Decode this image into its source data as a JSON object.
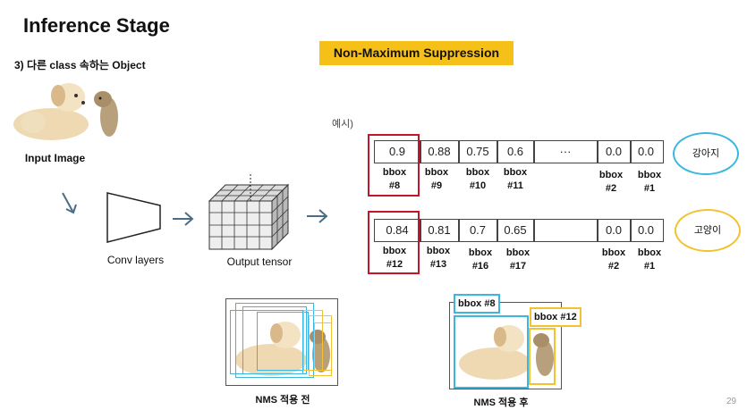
{
  "title": "Inference Stage",
  "subtitle": "3) 다른 class 속하는 Object",
  "banner": "Non-Maximum Suppression",
  "example_label": "예시)",
  "captions": {
    "input": "Input Image",
    "conv": "Conv layers",
    "tensor": "Output tensor",
    "nms_before": "NMS 적용 전",
    "nms_after": "NMS 적용 후"
  },
  "page_number": "29",
  "rows": [
    {
      "class_label": "강아지",
      "class_color": "#3bb6e0",
      "scores": [
        "0.9",
        "0.88",
        "0.75",
        "0.6",
        "···",
        "0.0",
        "0.0"
      ],
      "bbox_labels": [
        [
          "bbox",
          "#8"
        ],
        [
          "bbox",
          "#9"
        ],
        [
          "bbox",
          "#10"
        ],
        [
          "bbox",
          "#11"
        ],
        [
          "",
          ""
        ],
        [
          "bbox",
          "#2"
        ],
        [
          "bbox",
          "#1"
        ]
      ]
    },
    {
      "class_label": "고양이",
      "class_color": "#f2c230",
      "scores": [
        "0.84",
        "0.81",
        "0.7",
        "0.65",
        "",
        "0.0",
        "0.0"
      ],
      "bbox_labels": [
        [
          "bbox",
          "#12"
        ],
        [
          "bbox",
          "#13"
        ],
        [
          "bbox",
          "#16"
        ],
        [
          "bbox",
          "#17"
        ],
        [
          "",
          ""
        ],
        [
          "bbox",
          "#2"
        ],
        [
          "bbox",
          "#1"
        ]
      ]
    }
  ],
  "result_tags": {
    "dog": "bbox #8",
    "cat": "bbox #12"
  }
}
